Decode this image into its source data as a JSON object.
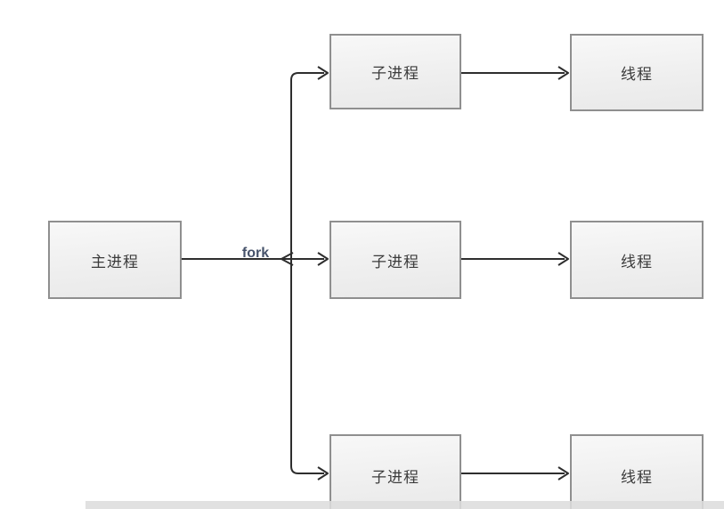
{
  "diagram": {
    "type": "flowchart",
    "edge_label": "fork",
    "boxes": [
      {
        "id": "main-process",
        "label": "主进程"
      },
      {
        "id": "child-process-1",
        "label": "子进程"
      },
      {
        "id": "thread-1",
        "label": "线程"
      },
      {
        "id": "child-process-2",
        "label": "子进程"
      },
      {
        "id": "thread-2",
        "label": "线程"
      },
      {
        "id": "child-process-3",
        "label": "子进程"
      },
      {
        "id": "thread-3",
        "label": "线程"
      }
    ],
    "edges": [
      {
        "from": "main-process",
        "to": "child-process-1",
        "label": "fork"
      },
      {
        "from": "main-process",
        "to": "child-process-2",
        "label": "fork"
      },
      {
        "from": "main-process",
        "to": "child-process-3",
        "label": "fork"
      },
      {
        "from": "child-process-1",
        "to": "thread-1"
      },
      {
        "from": "child-process-2",
        "to": "thread-2"
      },
      {
        "from": "child-process-3",
        "to": "thread-3"
      }
    ],
    "colors": {
      "line": "#2e2e2e",
      "box_border": "#8f8f8f",
      "box_fill": "#f2f2f2",
      "box_text": "#3b3b3b",
      "fork_label": "#47536b",
      "bottom_bar": "#dddddd"
    }
  }
}
